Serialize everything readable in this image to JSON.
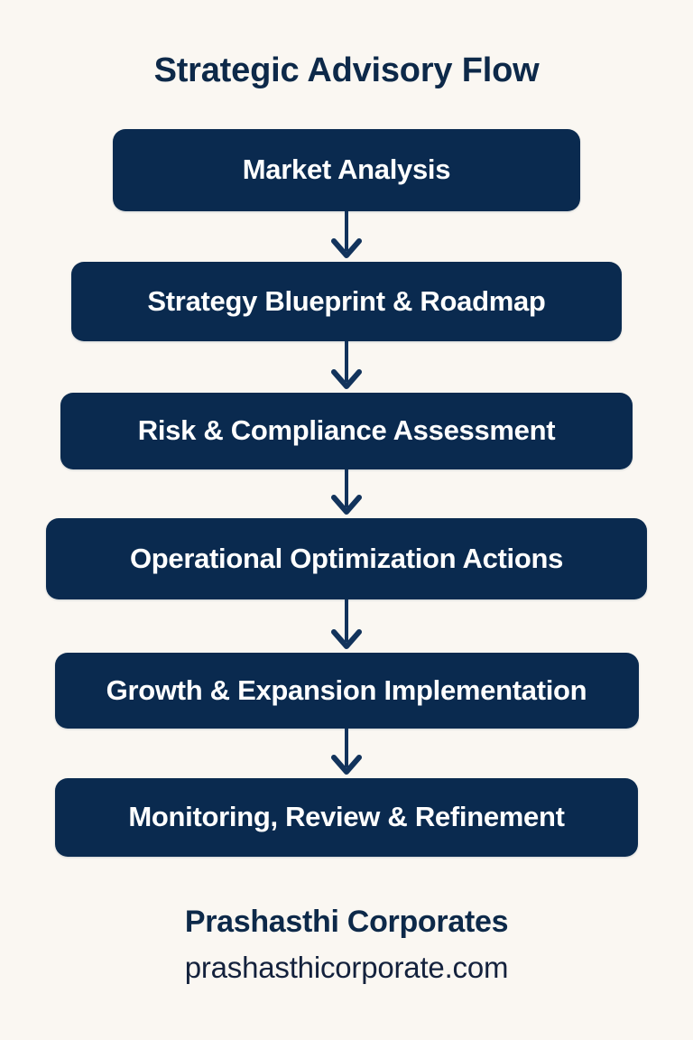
{
  "poster": {
    "title": "Strategic Advisory Flow",
    "background_color": "#faf7f2",
    "node_color": "#0a2a4f",
    "node_text_color": "#ffffff",
    "accent_color": "#0d2949"
  },
  "flow": {
    "steps": [
      {
        "index": "1",
        "label": "Market Analysis"
      },
      {
        "index": "2",
        "label": "Strategy Blueprint & Roadmap"
      },
      {
        "index": "3",
        "label": "Risk & Compliance Assessment"
      },
      {
        "index": "4",
        "label": "Operational Optimization Actions"
      },
      {
        "index": "5",
        "label": "Growth & Expansion Implementation"
      },
      {
        "index": "6",
        "label": "Monitoring, Review & Refinement"
      }
    ],
    "connector_icon": "arrow-down-icon",
    "connector_count": 5
  },
  "footer": {
    "brand": "Prashasthi Corporates",
    "website": "prashasthicorporate.com"
  }
}
